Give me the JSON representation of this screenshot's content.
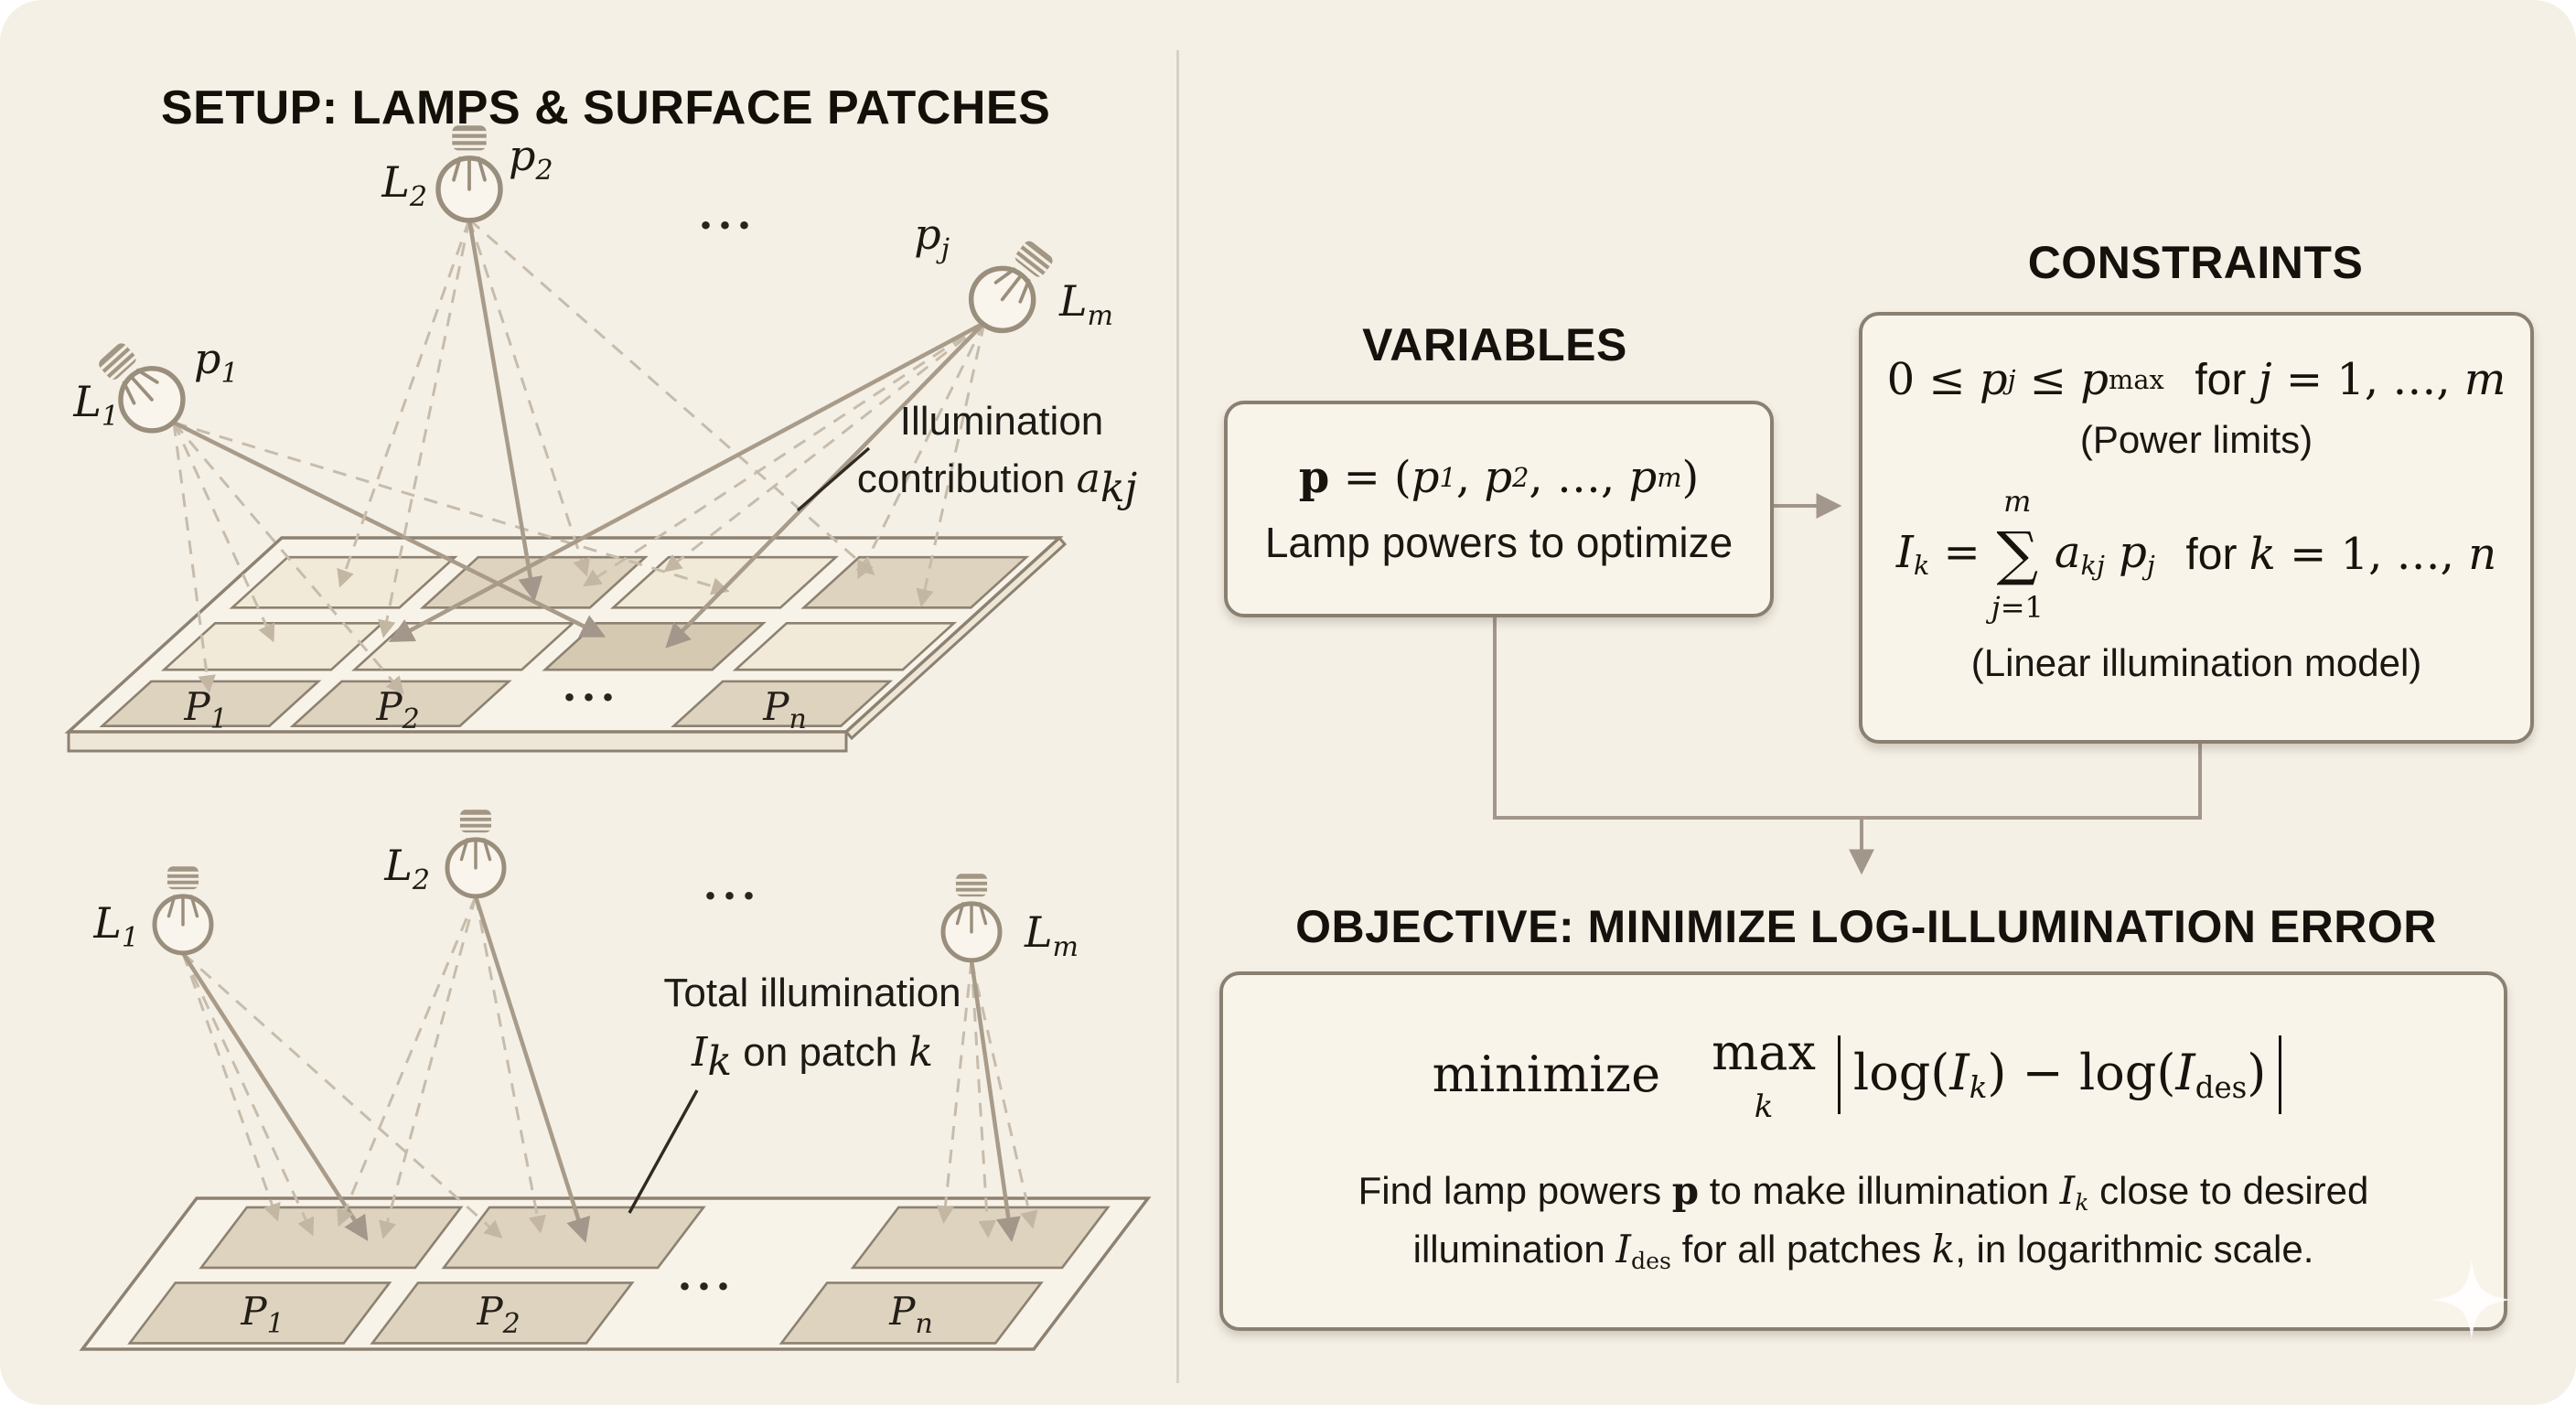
{
  "left": {
    "title": "SETUP: LAMPS & SURFACE PATCHES",
    "top": {
      "L1": {
        "b": "L",
        "s": "1"
      },
      "L2": {
        "b": "L",
        "s": "2"
      },
      "Lm": {
        "b": "L",
        "s": "m"
      },
      "p1": {
        "b": "p",
        "s": "1"
      },
      "p2": {
        "b": "p",
        "s": "2"
      },
      "pj": {
        "b": "p",
        "s": "j"
      },
      "dots": "···",
      "ann1": "Illumination",
      "ann2": "contribution ",
      "annm": {
        "b": "a",
        "s": "kj"
      },
      "P1": {
        "b": "P",
        "s": "1"
      },
      "P2": {
        "b": "P",
        "s": "2"
      },
      "Pn": {
        "b": "P",
        "s": "n"
      },
      "pdots": "···"
    },
    "bottom": {
      "L1": {
        "b": "L",
        "s": "1"
      },
      "L2": {
        "b": "L",
        "s": "2"
      },
      "Lm": {
        "b": "L",
        "s": "m"
      },
      "dots": "···",
      "ann1": "Total illumination",
      "ann2a": {
        "b": "I",
        "s": "k"
      },
      "ann2b": " on patch ",
      "ann2c": "k",
      "P1": {
        "b": "P",
        "s": "1"
      },
      "P2": {
        "b": "P",
        "s": "2"
      },
      "Pn": {
        "b": "P",
        "s": "n"
      },
      "pdots": "···"
    }
  },
  "right": {
    "variables": {
      "heading": "VARIABLES",
      "formula": [
        [
          "bf",
          "p"
        ],
        [
          "rm",
          " = ("
        ],
        [
          "it",
          "p"
        ],
        [
          "sub",
          "1"
        ],
        [
          "rm",
          ", "
        ],
        [
          "it",
          "p"
        ],
        [
          "sub",
          "2"
        ],
        [
          "rm",
          ", …, "
        ],
        [
          "it",
          "p"
        ],
        [
          "sub",
          "m"
        ],
        [
          "rm",
          ")"
        ]
      ],
      "caption": "Lamp powers to optimize"
    },
    "constraints": {
      "heading": "CONSTRAINTS",
      "eq1": [
        [
          "rm",
          "0 ≤ "
        ],
        [
          "it",
          "p"
        ],
        [
          "sub",
          "j"
        ],
        [
          "rm",
          " ≤ "
        ],
        [
          "it",
          "p"
        ],
        [
          "subrm",
          "max"
        ],
        [
          "gap",
          ""
        ],
        [
          "sf",
          "for "
        ],
        [
          "it",
          "j"
        ],
        [
          "rm",
          " = 1, …, "
        ],
        [
          "it",
          "m"
        ]
      ],
      "note1": "(Power limits)",
      "eq2_lhs": [
        [
          "it",
          "I"
        ],
        [
          "sub",
          "k"
        ],
        [
          "rm",
          " ="
        ]
      ],
      "sum_top": "m",
      "sum_sym": "∑",
      "sum_bot": [
        [
          "it",
          "j"
        ],
        [
          "rm",
          "=1"
        ]
      ],
      "eq2_rhs": [
        [
          "it",
          "a"
        ],
        [
          "sub",
          "kj"
        ],
        [
          "rm",
          " "
        ],
        [
          "it",
          "p"
        ],
        [
          "sub",
          "j"
        ]
      ],
      "eq2_tail": [
        [
          "gap",
          ""
        ],
        [
          "sf",
          "for "
        ],
        [
          "it",
          "k"
        ],
        [
          "rm",
          " = 1, …, "
        ],
        [
          "it",
          "n"
        ]
      ],
      "note2": "(Linear illumination model)"
    },
    "objective": {
      "heading": "OBJECTIVE: MINIMIZE LOG-ILLUMINATION ERROR",
      "minimize": "minimize",
      "max_top": "max",
      "max_bot": "k",
      "expr": [
        [
          "rm",
          "log("
        ],
        [
          "it",
          "I"
        ],
        [
          "sub",
          "k"
        ],
        [
          "rm",
          ") − log("
        ],
        [
          "it",
          "I"
        ],
        [
          "subrm",
          "des"
        ],
        [
          "rm",
          ")"
        ]
      ],
      "desc1": [
        [
          "sf",
          "Find lamp powers "
        ],
        [
          "bf",
          "p"
        ],
        [
          "sf",
          " to make illumination "
        ],
        [
          "it",
          "I"
        ],
        [
          "sub",
          "k"
        ],
        [
          "sf",
          " close to desired"
        ]
      ],
      "desc2": [
        [
          "sf",
          "illumination "
        ],
        [
          "it",
          "I"
        ],
        [
          "subrm",
          "des"
        ],
        [
          "sf",
          " for all patches "
        ],
        [
          "it",
          "k"
        ],
        [
          "sf",
          ", in logarithmic scale."
        ]
      ]
    }
  },
  "colors": {
    "card_bg": "#f5f0e6",
    "box_border": "#8a8072",
    "connector": "#a3968a",
    "text": "#17130d"
  }
}
